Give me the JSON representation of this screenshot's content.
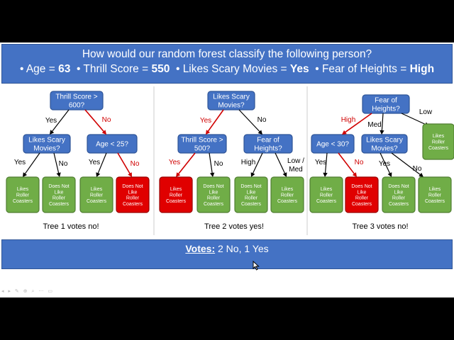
{
  "header": {
    "question": "How would our random forest classify the following person?",
    "features": [
      {
        "label": "Age = ",
        "value": "63"
      },
      {
        "label": "Thrill Score = ",
        "value": "550"
      },
      {
        "label": "Likes Scary Movies = ",
        "value": "Yes"
      },
      {
        "label": "Fear of Heights = ",
        "value": "High"
      }
    ]
  },
  "colors": {
    "decision": "#4472c4",
    "leaf_green": "#70ad47",
    "leaf_red": "#e00000",
    "path_red": "#d00000"
  },
  "trees": [
    {
      "caption": "Tree 1 votes no!",
      "decisions": [
        "Thrill Score > 600?",
        "Likes Scary Movies?",
        "Age < 25?"
      ],
      "edge_labels": [
        "Yes",
        "No",
        "Yes",
        "No",
        "Yes",
        "No"
      ],
      "leaves": [
        "Likes Roller Coasters",
        "Does Not Like Roller Coasters",
        "Likes Roller Coasters",
        "Does Not Like Roller Coasters"
      ]
    },
    {
      "caption": "Tree 2 votes yes!",
      "decisions": [
        "Likes Scary Movies?",
        "Thrill Score > 500?",
        "Fear of Heights?"
      ],
      "edge_labels": [
        "Yes",
        "No",
        "Yes",
        "No",
        "High",
        "Low / Med"
      ],
      "leaves": [
        "Likes Roller Coasters",
        "Does Not Like Roller Coasters",
        "Does Not Like Roller Coasters",
        "Likes Roller Coasters"
      ]
    },
    {
      "caption": "Tree 3 votes no!",
      "decisions": [
        "Fear of Heights?",
        "Age < 30?",
        "Likes Scary Movies?"
      ],
      "edge_labels": [
        "High",
        "Med",
        "Low",
        "Yes",
        "No",
        "Yes",
        "No"
      ],
      "leaves": [
        "Likes Roller Coasters",
        "Likes Roller Coasters",
        "Does Not Like Roller Coasters",
        "Does Not Like Roller Coasters",
        "Likes Roller Coasters"
      ]
    }
  ],
  "footer": {
    "votes_label": "Votes:",
    "votes_value": " 2 No, 1 Yes"
  }
}
